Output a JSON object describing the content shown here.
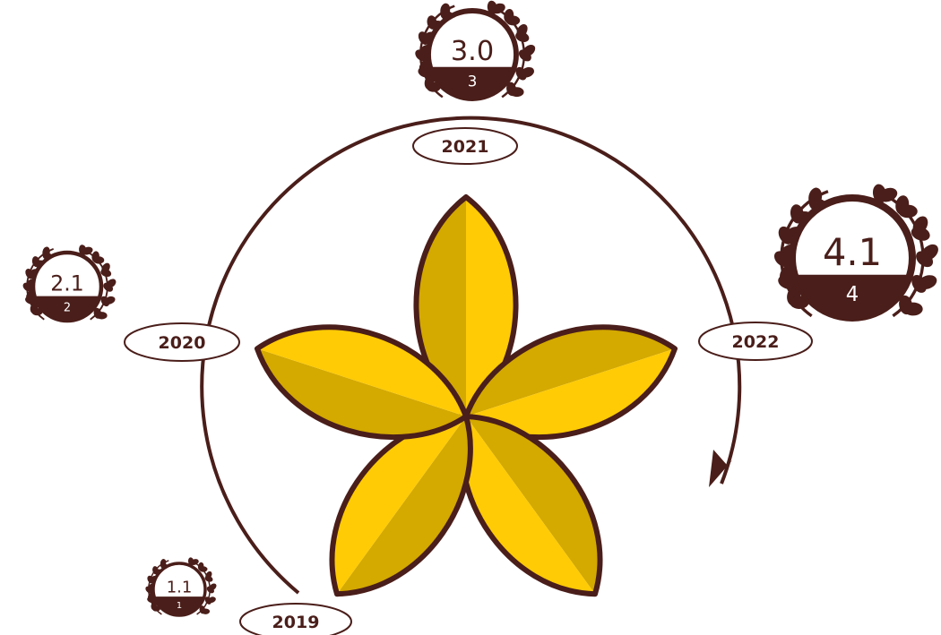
{
  "colors": {
    "outline": "#4a1e1a",
    "petal_light": "#ffcb05",
    "petal_dark": "#d4a900",
    "bubble_fill": "#ffffff"
  },
  "timeline": {
    "direction": "clockwise",
    "years": [
      {
        "key": "y2019",
        "label": "2019"
      },
      {
        "key": "y2020",
        "label": "2020"
      },
      {
        "key": "y2021",
        "label": "2021"
      },
      {
        "key": "y2022",
        "label": "2022"
      }
    ]
  },
  "versions": [
    {
      "key": "v11",
      "version": "1.1",
      "major": "1"
    },
    {
      "key": "v21",
      "version": "2.1",
      "major": "2"
    },
    {
      "key": "v30",
      "version": "3.0",
      "major": "3"
    },
    {
      "key": "v41",
      "version": "4.1",
      "major": "4"
    }
  ],
  "center_graphic": {
    "icon": "five-petal-flower-icon",
    "petals": 5
  }
}
